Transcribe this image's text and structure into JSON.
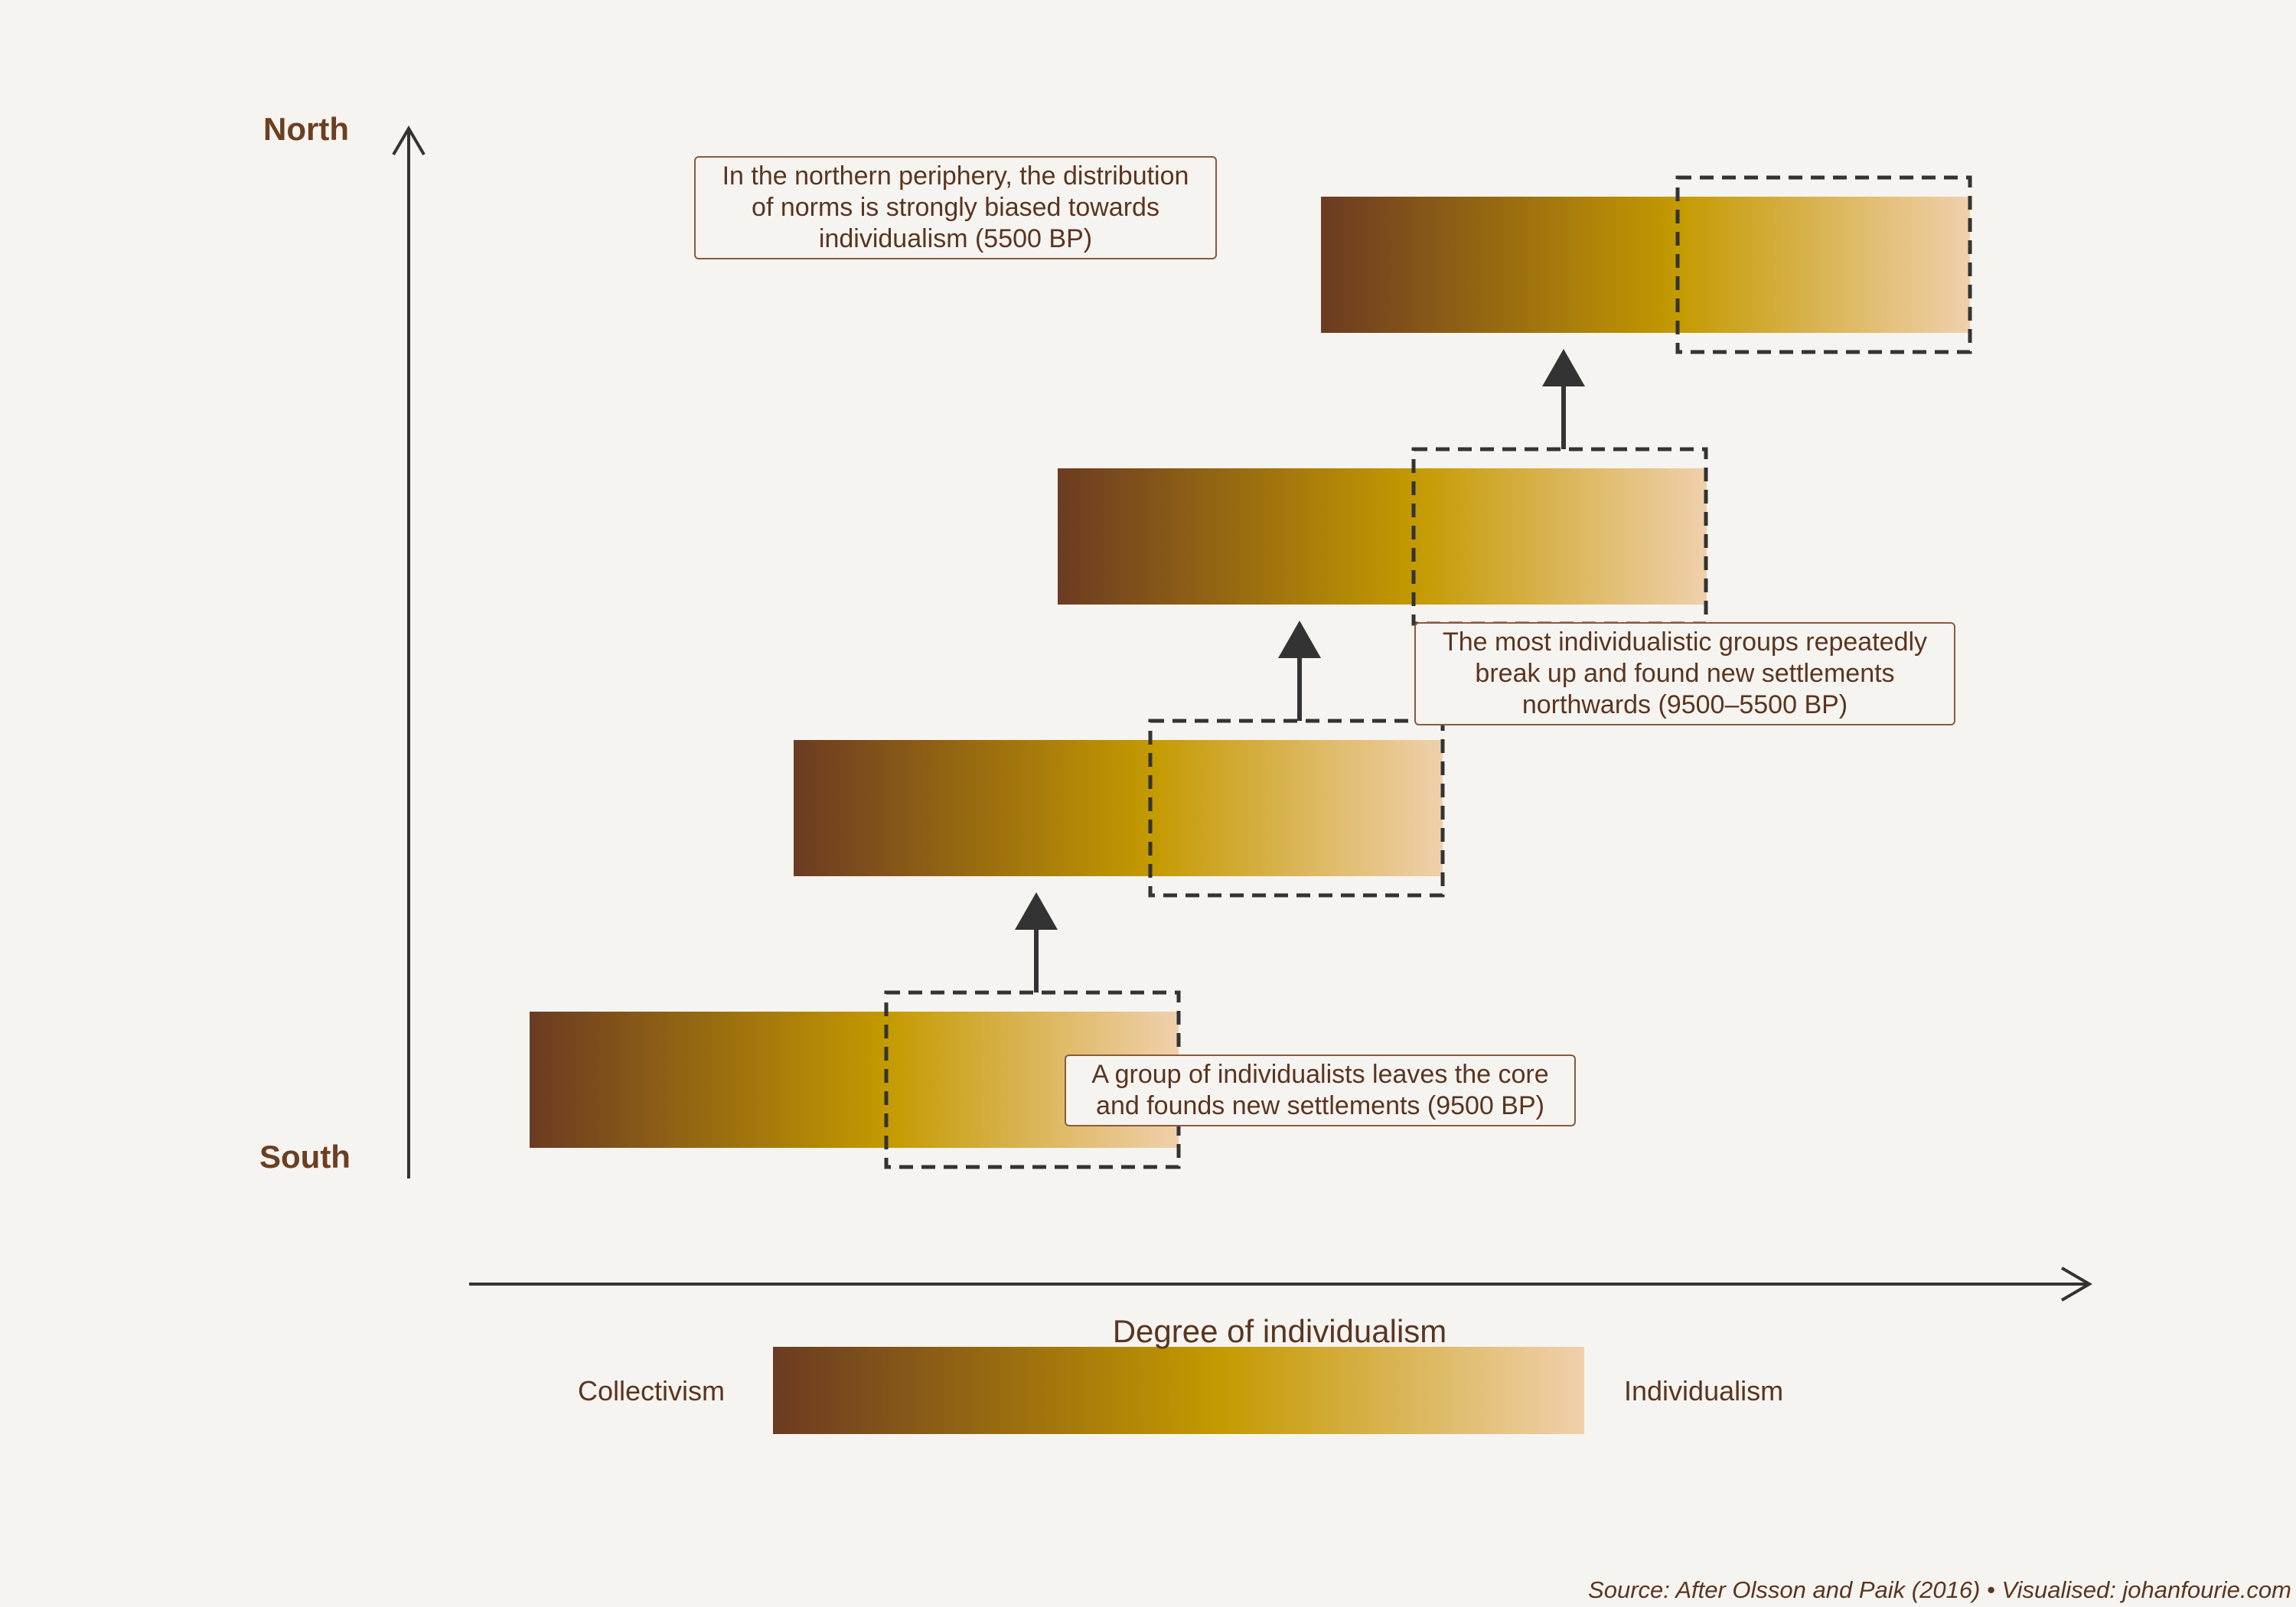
{
  "axes": {
    "y_top_label": "North",
    "y_bottom_label": "South",
    "x_label": "Degree of individualism"
  },
  "legend": {
    "left_label": "Collectivism",
    "right_label": "Individualism"
  },
  "annotations": {
    "north": "In the northern periphery, the distribution\nof norms is strongly biased towards\nindividualism (5500 BP)",
    "middle": "The most individualistic groups repeatedly\nbreak up and found new settlements\nnorthwards (9500–5500 BP)",
    "core": "A group of individualists leaves the core\nand founds new settlements (9500 BP)"
  },
  "source": "Source: After Olsson and Paik (2016) • Visualised: johanfourie.com",
  "colors": {
    "background": "#f6f4f0",
    "gradient_start": "#6b3b22",
    "gradient_mid": "#c49a00",
    "gradient_end": "#f0d0ac",
    "arrow": "#333333",
    "accent_text": "#6b3f22"
  }
}
